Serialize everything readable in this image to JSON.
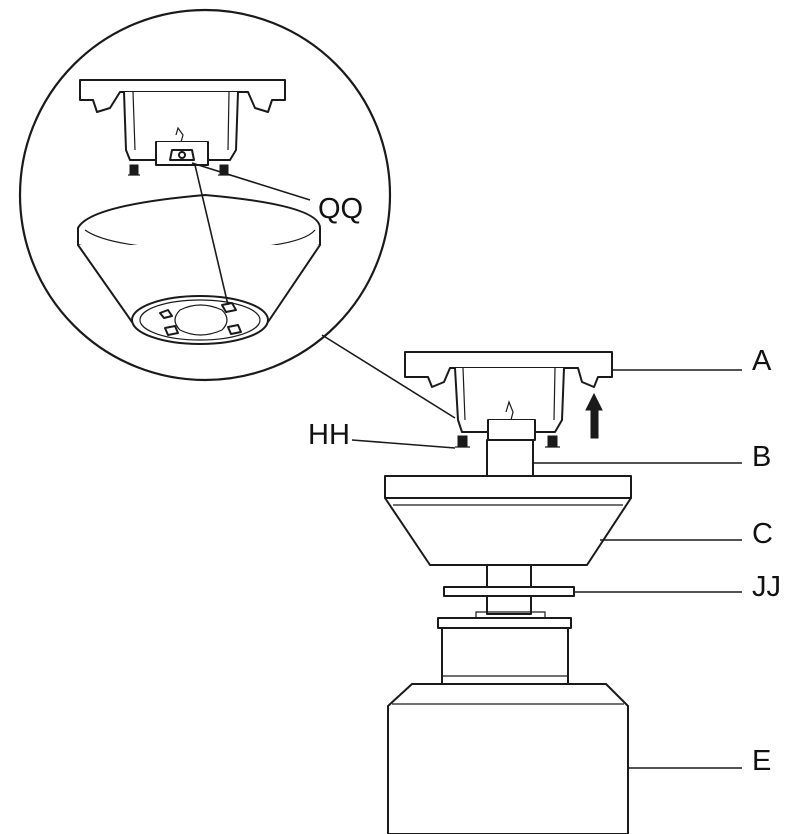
{
  "labels": {
    "qq": "QQ",
    "a": "A",
    "hh": "HH",
    "b": "B",
    "c": "C",
    "jj": "JJ",
    "e": "E"
  }
}
